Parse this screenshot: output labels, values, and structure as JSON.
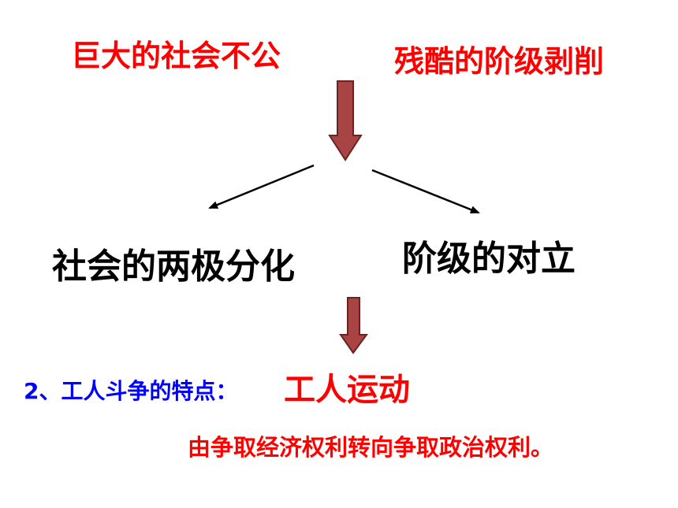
{
  "causes": {
    "left": "巨大的社会不公",
    "right": "残酷的阶级剥削"
  },
  "results": {
    "left": "社会的两极分化",
    "right": "阶级的对立"
  },
  "feature": {
    "label": "2、工人斗争的特点：",
    "title": "工人运动",
    "description": "由争取经济权利转向争取政治权利。"
  },
  "colors": {
    "heading_red": "#ff0000",
    "body_black": "#000000",
    "label_blue": "#0000ff",
    "arrow_fill": "#a94444",
    "arrow_stroke": "#6b2222"
  }
}
